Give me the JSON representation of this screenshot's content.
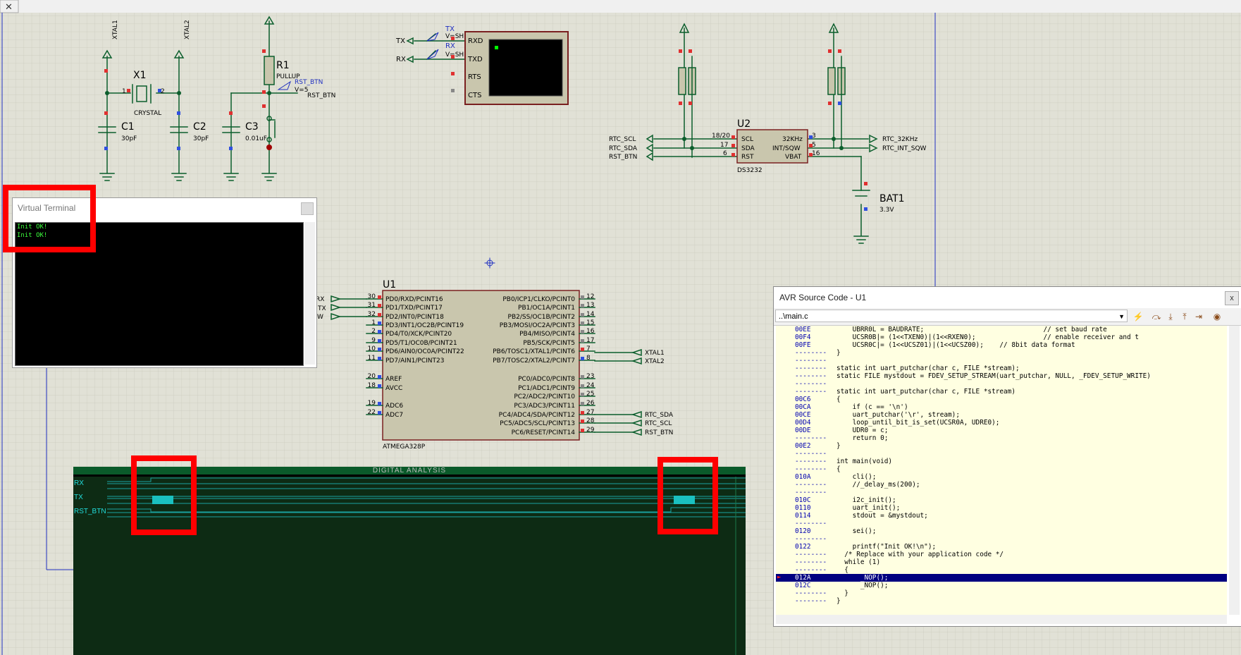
{
  "window_close_glyph": "✕",
  "schematic": {
    "x1": {
      "ref": "X1",
      "value": "CRYSTAL",
      "net_left": "XTAL1",
      "net_right": "XTAL2",
      "pin1": "1",
      "pin2": "2"
    },
    "c1": {
      "ref": "C1",
      "value": "30pF"
    },
    "c2": {
      "ref": "C2",
      "value": "30pF"
    },
    "c3": {
      "ref": "C3",
      "value": "0.01uF"
    },
    "r1": {
      "ref": "R1",
      "value": "PULLUP"
    },
    "probe_rst": {
      "name": "RST_BTN",
      "value": "V=5"
    },
    "rst_label": "RST_BTN",
    "vterm": {
      "tx_net": "TX",
      "rx_net": "RX",
      "probe_tx": "TX",
      "probe_rx": "RX",
      "probe_tx_val": "V=SH",
      "probe_rx_val": "V=SH",
      "pins": [
        "RXD",
        "TXD",
        "RTS",
        "CTS"
      ]
    },
    "u2": {
      "ref": "U2",
      "part": "DS3232",
      "left_pins": [
        {
          "num": "18/20",
          "name": "SCL"
        },
        {
          "num": "17",
          "name": "SDA"
        },
        {
          "num": "6",
          "name": "RST"
        }
      ],
      "right_pins": [
        {
          "num": "3",
          "name": "32KHz"
        },
        {
          "num": "5",
          "name": "INT/SQW"
        },
        {
          "num": "16",
          "name": "VBAT"
        }
      ],
      "nets_left": [
        "RTC_SCL",
        "RTC_SDA",
        "RST_BTN"
      ],
      "nets_right": [
        "RTC_32KHz",
        "RTC_INT_SQW"
      ]
    },
    "bat1": {
      "ref": "BAT1",
      "value": "3.3V"
    },
    "u1": {
      "ref": "U1",
      "part": "ATMEGA328P",
      "left_pins": [
        {
          "num": "30",
          "name": "PD0/RXD/PCINT16"
        },
        {
          "num": "31",
          "name": "PD1/TXD/PCINT17"
        },
        {
          "num": "32",
          "name": "PD2/INT0/PCINT18"
        },
        {
          "num": "1",
          "name": "PD3/INT1/OC2B/PCINT19"
        },
        {
          "num": "2",
          "name": "PD4/T0/XCK/PCINT20"
        },
        {
          "num": "9",
          "name": "PD5/T1/OC0B/PCINT21"
        },
        {
          "num": "10",
          "name": "PD6/AIN0/OC0A/PCINT22"
        },
        {
          "num": "11",
          "name": "PD7/AIN1/PCINT23"
        },
        {
          "num": "20",
          "name": "AREF"
        },
        {
          "num": "18",
          "name": "AVCC"
        },
        {
          "num": "19",
          "name": "ADC6"
        },
        {
          "num": "22",
          "name": "ADC7"
        }
      ],
      "right_pins": [
        {
          "num": "12",
          "name": "PB0/ICP1/CLKO/PCINT0"
        },
        {
          "num": "13",
          "name": "PB1/OC1A/PCINT1"
        },
        {
          "num": "14",
          "name": "PB2/SS/OC1B/PCINT2"
        },
        {
          "num": "15",
          "name": "PB3/MOSI/OC2A/PCINT3"
        },
        {
          "num": "16",
          "name": "PB4/MISO/PCINT4"
        },
        {
          "num": "17",
          "name": "PB5/SCK/PCINT5"
        },
        {
          "num": "7",
          "name": "PB6/TOSC1/XTAL1/PCINT6"
        },
        {
          "num": "8",
          "name": "PB7/TOSC2/XTAL2/PCINT7"
        },
        {
          "num": "23",
          "name": "PC0/ADC0/PCINT8"
        },
        {
          "num": "24",
          "name": "PC1/ADC1/PCINT9"
        },
        {
          "num": "25",
          "name": "PC2/ADC2/PCINT10"
        },
        {
          "num": "26",
          "name": "PC3/ADC3/PCINT11"
        },
        {
          "num": "27",
          "name": "PC4/ADC4/SDA/PCINT12"
        },
        {
          "num": "28",
          "name": "PC5/ADC5/SCL/PCINT13"
        },
        {
          "num": "29",
          "name": "PC6/RESET/PCINT14"
        }
      ],
      "nets_left": [
        "RX",
        "TX",
        "W"
      ],
      "nets_right": [
        "XTAL1",
        "XTAL2",
        "RTC_SDA",
        "RTC_SCL",
        "RST_BTN"
      ]
    }
  },
  "virtual_terminal": {
    "title": "Virtual Terminal",
    "lines": [
      "Init OK!",
      "Init OK!"
    ]
  },
  "avr_source": {
    "title": "AVR Source Code - U1",
    "file": "..\\main.c",
    "close_glyph": "x",
    "lines": [
      {
        "addr": "00EE",
        "src": "    UBRR0L = BAUDRATE;                              // set baud rate"
      },
      {
        "addr": "00F4",
        "src": "    UCSR0B|= (1<<TXEN0)|(1<<RXEN0);                 // enable receiver and t"
      },
      {
        "addr": "00FE",
        "src": "    UCSR0C|= (1<<UCSZ01)|(1<<UCSZ00);    // 8bit data format"
      },
      {
        "addr": "--------",
        "src": "}"
      },
      {
        "addr": "--------",
        "src": ""
      },
      {
        "addr": "--------",
        "src": "static int uart_putchar(char c, FILE *stream);"
      },
      {
        "addr": "--------",
        "src": "static FILE mystdout = FDEV_SETUP_STREAM(uart_putchar, NULL, _FDEV_SETUP_WRITE)"
      },
      {
        "addr": "--------",
        "src": ""
      },
      {
        "addr": "--------",
        "src": "static int uart_putchar(char c, FILE *stream)"
      },
      {
        "addr": "00C6",
        "src": "{"
      },
      {
        "addr": "00CA",
        "src": "    if (c == '\\n')"
      },
      {
        "addr": "00CE",
        "src": "    uart_putchar('\\r', stream);"
      },
      {
        "addr": "00D4",
        "src": "    loop_until_bit_is_set(UCSR0A, UDRE0);"
      },
      {
        "addr": "00DE",
        "src": "    UDR0 = c;"
      },
      {
        "addr": "--------",
        "src": "    return 0;"
      },
      {
        "addr": "00E2",
        "src": "}"
      },
      {
        "addr": "--------",
        "src": ""
      },
      {
        "addr": "--------",
        "src": "int main(void)"
      },
      {
        "addr": "--------",
        "src": "{"
      },
      {
        "addr": "010A",
        "src": "    cli();"
      },
      {
        "addr": "--------",
        "src": "    //_delay_ms(200);"
      },
      {
        "addr": "--------",
        "src": ""
      },
      {
        "addr": "010C",
        "src": "    i2c_init();"
      },
      {
        "addr": "0110",
        "src": "    uart_init();"
      },
      {
        "addr": "0114",
        "src": "    stdout = &mystdout;"
      },
      {
        "addr": "--------",
        "src": ""
      },
      {
        "addr": "0120",
        "src": "    sei();"
      },
      {
        "addr": "--------",
        "src": ""
      },
      {
        "addr": "0122",
        "src": "    printf(\"Init OK!\\n\");"
      },
      {
        "addr": "--------",
        "src": "  /* Replace with your application code */"
      },
      {
        "addr": "--------",
        "src": "  while (1)"
      },
      {
        "addr": "--------",
        "src": "  {"
      },
      {
        "addr": "012A",
        "src": "      _NOP();"
      },
      {
        "addr": "012C",
        "src": "      _NOP();"
      },
      {
        "addr": "--------",
        "src": "  }"
      },
      {
        "addr": "--------",
        "src": "}"
      }
    ],
    "highlight_index": 32
  },
  "digital_analysis": {
    "title": "DIGITAL ANALYSIS",
    "channels": [
      "RX",
      "TX",
      "RST_BTN"
    ]
  },
  "colors": {
    "grid_bg": "#e1e1d6",
    "wire": "#0b5e2c",
    "component_fill": "#c9c6ad",
    "highlight": "#ff0000",
    "blue_line": "#2030c0"
  }
}
